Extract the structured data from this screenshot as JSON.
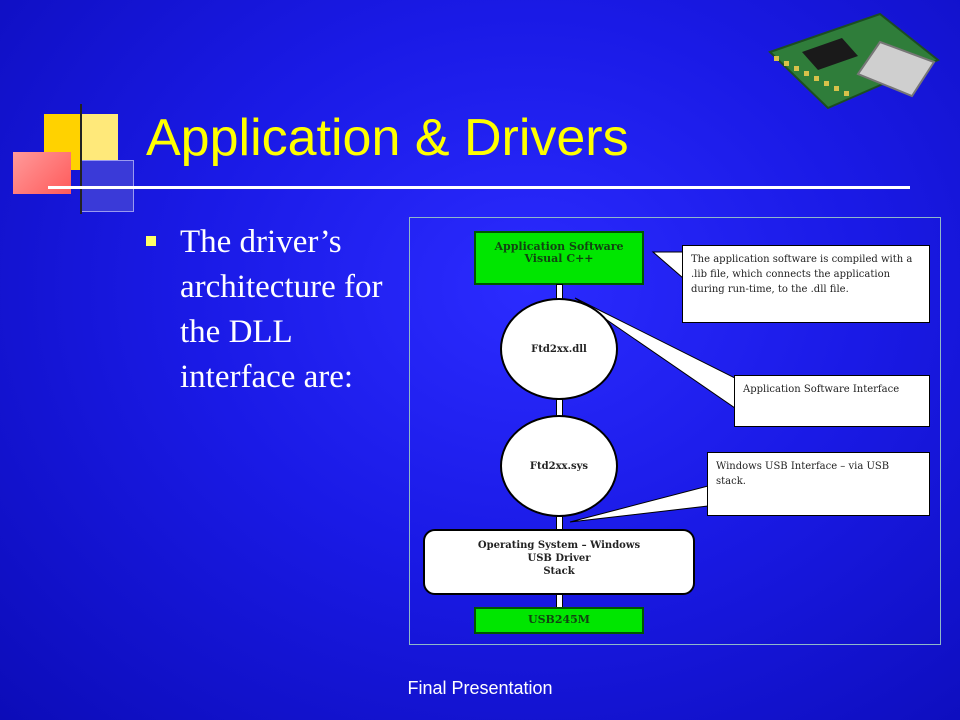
{
  "slide": {
    "title": "Application & Drivers",
    "bullet": "The driver’s architecture for the DLL interface are:",
    "footer": "Final Presentation"
  },
  "diagram": {
    "app_box": {
      "line1": "Application Software",
      "line2": "Visual C++"
    },
    "dll": "Ftd2xx.dll",
    "sys": "Ftd2xx.sys",
    "os_box": {
      "line1": "Operating System – Windows",
      "line2": "USB Driver",
      "line3": "Stack"
    },
    "usb": "USB245M",
    "callouts": {
      "app_note": "The application software is compiled with a .lib file, which connects the application during run-time, to the .dll file.",
      "api": "Application Software Interface",
      "usb_iface": "Windows USB Interface – via USB stack."
    }
  },
  "colors": {
    "background": "#1a1ae6",
    "title": "#ffff00",
    "box_green": "#00e600"
  }
}
